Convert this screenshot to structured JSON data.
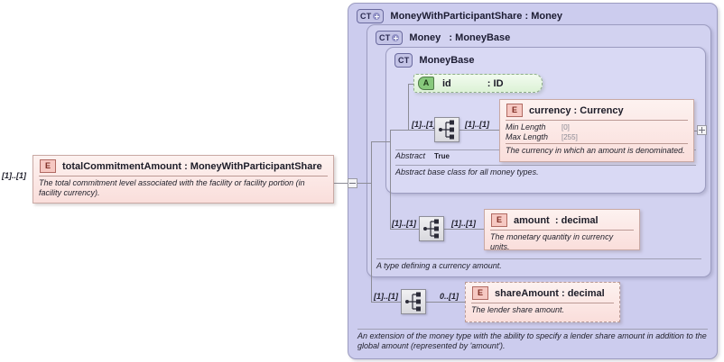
{
  "diagram": {
    "type": "xsd-schema-diagram",
    "root_element": {
      "badge": "E",
      "name": "totalCommitmentAmount",
      "separator": ":",
      "datatype": "MoneyWithParticipantShare",
      "cardinality": "[1]..[1]",
      "annotation": "The total commitment level associated with the facility or facility portion (in facility currency).",
      "toggle": "collapse"
    },
    "containers": [
      {
        "badge": "CT",
        "has_expand": true,
        "name": "MoneyWithParticipantShare",
        "separator": ":",
        "base": "Money",
        "annotation": "An extension of the money type with the ability to specify a lender share amount in addition to the global amount (represented by 'amount')."
      },
      {
        "badge": "CT",
        "has_expand": true,
        "name": "Money",
        "separator": ":",
        "base": "MoneyBase",
        "annotation": "A type defining a currency amount."
      },
      {
        "badge": "CT",
        "has_expand": false,
        "name": "MoneyBase",
        "separator": "",
        "base": "",
        "facet_key": "Abstract",
        "facet_value": "True",
        "annotation": "Abstract base class for all money types."
      }
    ],
    "attribute": {
      "badge": "A",
      "name": "id",
      "separator": ":",
      "datatype": "ID"
    },
    "elements": [
      {
        "badge": "E",
        "name": "currency",
        "separator": ":",
        "datatype": "Currency",
        "cardinality_left": "[1]..[1]",
        "cardinality_right": "[1]..[1]",
        "facets": [
          {
            "key": "Min Length",
            "value": "[0]"
          },
          {
            "key": "Max Length",
            "value": "[255]"
          }
        ],
        "annotation": "The currency in which an amount is denominated.",
        "toggle": "expand",
        "optional": false
      },
      {
        "badge": "E",
        "name": "amount",
        "separator": ":",
        "datatype": "decimal",
        "cardinality_left": "[1]..[1]",
        "cardinality_right": "[1]..[1]",
        "facets": [],
        "annotation": "The monetary quantity in currency units.",
        "toggle": "",
        "optional": false
      },
      {
        "badge": "E",
        "name": "shareAmount",
        "separator": ":",
        "datatype": "decimal",
        "cardinality_left": "[1]..[1]",
        "cardinality_right": "0..[1]",
        "facets": [],
        "annotation": "The lender share amount.",
        "toggle": "",
        "optional": true
      }
    ],
    "compositors": [
      {
        "kind": "sequence"
      },
      {
        "kind": "sequence"
      },
      {
        "kind": "sequence"
      }
    ],
    "colors": {
      "container_level1": "#ccccee",
      "container_level2": "#d2d2f0",
      "container_level3": "#d9d9f4",
      "container_border": "#9c9cc0",
      "element_fill": "#fadedb",
      "element_border": "#c9a9a4",
      "element_badge": "#f6c8c2",
      "attribute_fill": "#dcf2d6",
      "attribute_badge": "#87c97c",
      "connector": "#8c8c96",
      "text": "#1c1c28"
    }
  }
}
